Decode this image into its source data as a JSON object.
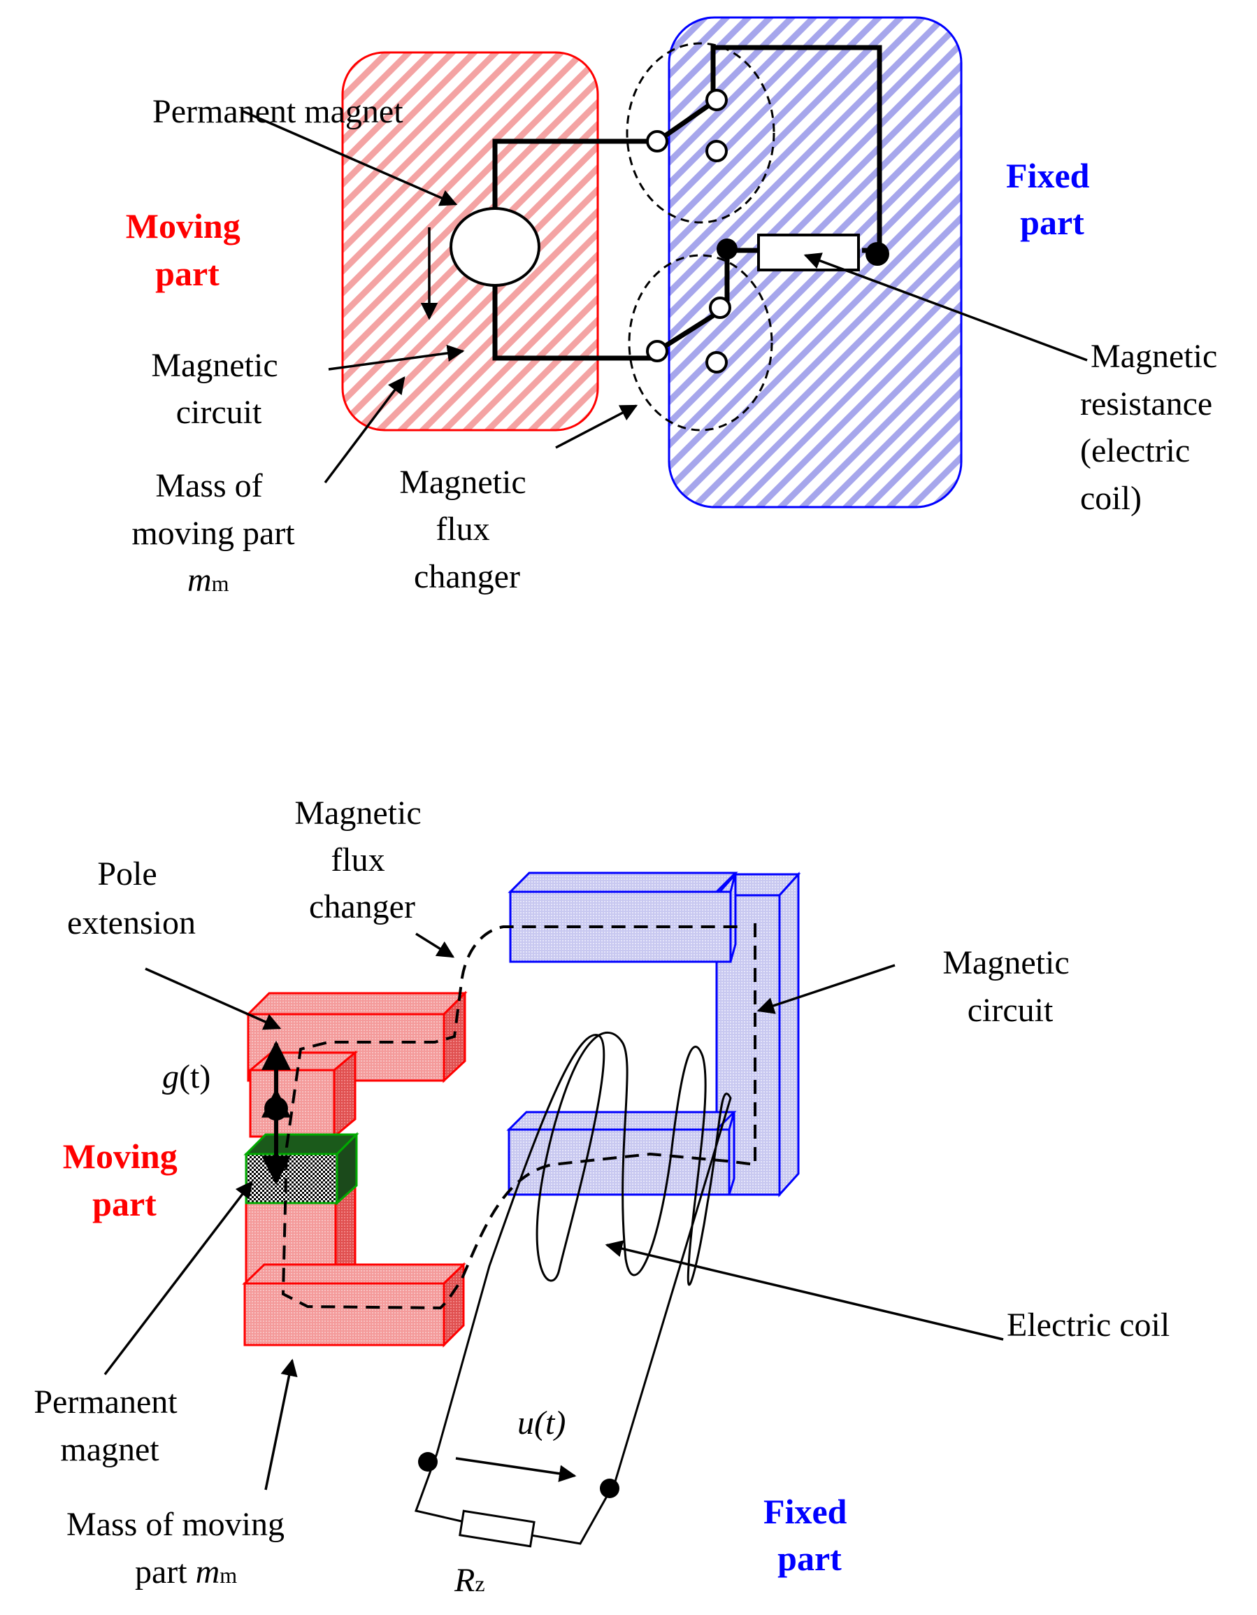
{
  "colors": {
    "moving": "#ff0000",
    "fixed": "#0000ff",
    "moving_fill": "#f4a3a3",
    "fixed_fill": "#a6a6ec"
  },
  "top": {
    "permanent_magnet": "Permanent magnet",
    "moving_part": [
      "Moving",
      "part"
    ],
    "fixed_part": [
      "Fixed",
      "part"
    ],
    "magnetic_circuit": [
      "Magnetic",
      "circuit"
    ],
    "mass_moving_part": [
      "Mass of",
      "moving part"
    ],
    "mass_symbol": "m",
    "mass_subscript": "m",
    "flux_changer": [
      "Magnetic",
      "flux",
      "changer"
    ],
    "magnetic_resistance": [
      "Magnetic",
      "resistance",
      "(electric",
      "coil)"
    ]
  },
  "bottom": {
    "flux_changer": [
      "Magnetic",
      "flux",
      "changer"
    ],
    "pole_extension": [
      "Pole",
      "extension"
    ],
    "magnetic_circuit": [
      "Magnetic",
      "circuit"
    ],
    "gap_g": "g",
    "gap_t": "(t)",
    "moving_part": [
      "Moving",
      "part"
    ],
    "permanent_magnet": [
      "Permanent",
      "magnet"
    ],
    "mass_moving_part_line1": "Mass of moving",
    "mass_moving_part_line2": "part ",
    "mass_symbol": "m",
    "mass_subscript": "m",
    "voltage": "u(t)",
    "electric_coil": "Electric coil",
    "fixed_part": [
      "Fixed",
      "part"
    ],
    "resistor_symbol": "R",
    "resistor_subscript": "z"
  }
}
